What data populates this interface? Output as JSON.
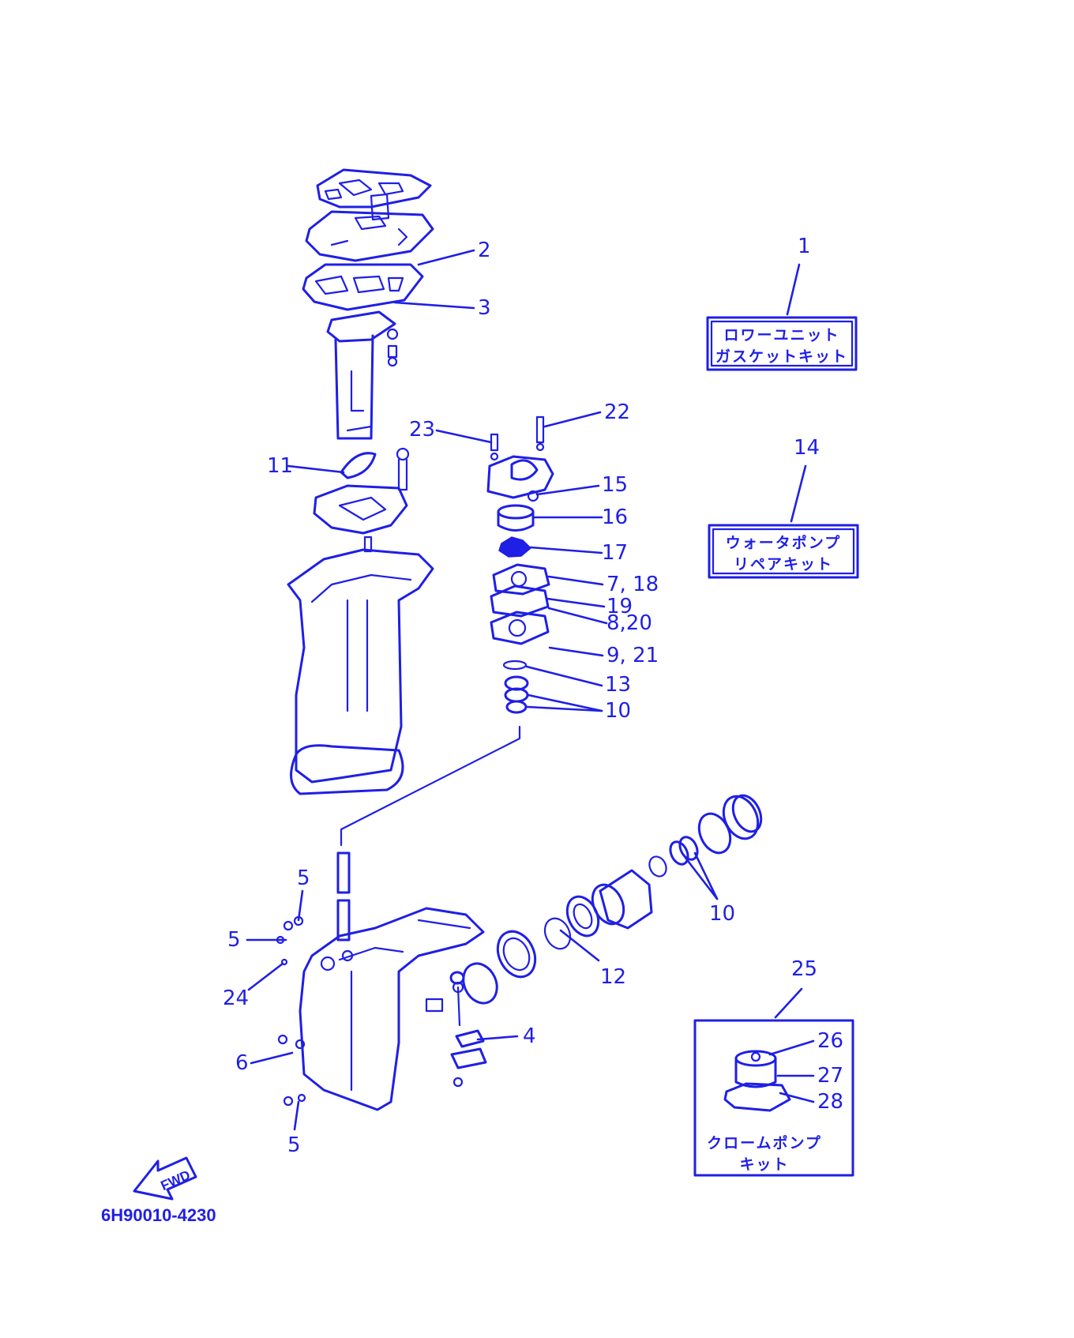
{
  "colors": {
    "ink": "#1f1fe6",
    "background": "#ffffff"
  },
  "drawing_code": "6H90010-4230",
  "fwd_label": "FWD",
  "callouts": {
    "c1": "1",
    "c2": "2",
    "c3": "3",
    "c4": "4",
    "c5a": "5",
    "c5b": "5",
    "c5c": "5",
    "c6": "6",
    "c7_18": "7, 18",
    "c8_20": "8,20",
    "c9_21": "9, 21",
    "c10a": "10",
    "c10b": "10",
    "c11": "11",
    "c12": "12",
    "c13": "13",
    "c14": "14",
    "c15": "15",
    "c16": "16",
    "c17": "17",
    "c19": "19",
    "c22": "22",
    "c23": "23",
    "c24": "24",
    "c25": "25",
    "c26": "26",
    "c27": "27",
    "c28": "28"
  },
  "kits": {
    "gasket_kit": {
      "line1": "ロワーユニット",
      "line2": "ガスケットキット"
    },
    "water_pump_kit": {
      "line1": "ウォータポンプ",
      "line2": "リペアキット"
    },
    "chrome_pump_kit": {
      "line1": "クロームポンプ",
      "line2": "キット"
    }
  }
}
